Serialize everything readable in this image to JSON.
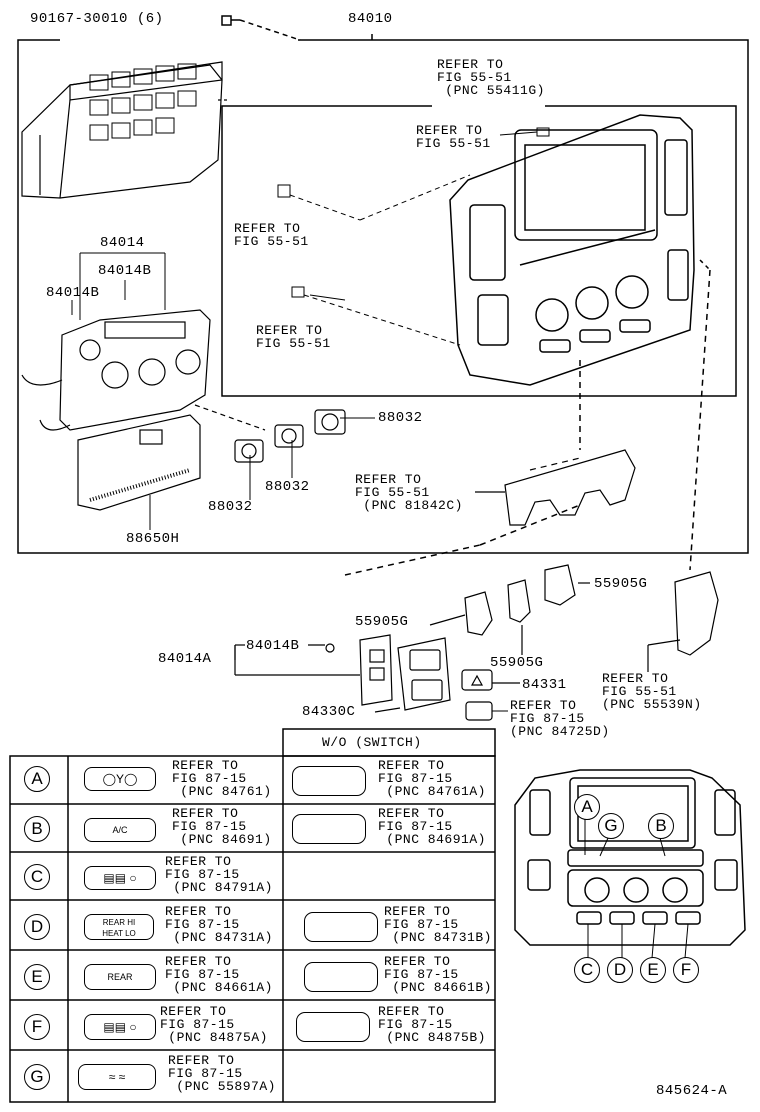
{
  "labels": {
    "screw": "90167-30010 (6)",
    "assy": "84010",
    "p84014": "84014",
    "p84014B_a": "84014B",
    "p84014B_b": "84014B",
    "p88032_a": "88032",
    "p88032_b": "88032",
    "p88032_c": "88032",
    "p88650H": "88650H",
    "p55905G_a": "55905G",
    "p55905G_b": "55905G",
    "p55905G_c": "55905G",
    "p84014A": "84014A",
    "p84014B_c": "84014B",
    "p84331": "84331",
    "p84330C": "84330C",
    "footer_code": "845624-A"
  },
  "refs": {
    "r1": "REFER TO\nFIG 55-51\n (PNC 55411G)",
    "r2": "REFER TO\nFIG 55-51",
    "r3": "REFER TO\nFIG 55-51",
    "r4": "REFER TO\nFIG 55-51",
    "r5": "REFER TO\nFIG 55-51\n (PNC 81842C)",
    "r6": "REFER TO\nFIG 55-51\n(PNC 55539N)",
    "r7": "REFER TO\nFIG 87-15\n(PNC 84725D)"
  },
  "table": {
    "header": "W/O (SWITCH)",
    "rows": [
      {
        "letter": "A",
        "switch_text": "",
        "ref1": "REFER TO\nFIG 87-15\n (PNC 84761)",
        "ref2": "REFER TO\nFIG 87-15\n (PNC 84761A)"
      },
      {
        "letter": "B",
        "switch_text": "A/C",
        "ref1": "REFER TO\nFIG 87-15\n (PNC 84691)",
        "ref2": "REFER TO\nFIG 87-15\n (PNC 84691A)"
      },
      {
        "letter": "C",
        "switch_text": "",
        "ref1": "REFER TO\nFIG 87-15\n (PNC 84791A)",
        "ref2": ""
      },
      {
        "letter": "D",
        "switch_text": "REAR HI\nHEAT LO",
        "ref1": "REFER TO\nFIG 87-15\n (PNC 84731A)",
        "ref2": "REFER TO\nFIG 87-15\n (PNC 84731B)"
      },
      {
        "letter": "E",
        "switch_text": "REAR",
        "ref1": "REFER TO\nFIG 87-15\n (PNC 84661A)",
        "ref2": "REFER TO\nFIG 87-15\n (PNC 84661B)"
      },
      {
        "letter": "F",
        "switch_text": "",
        "ref1": "REFER TO\nFIG 87-15\n (PNC 84875A)",
        "ref2": "REFER TO\nFIG 87-15\n (PNC 84875B)"
      },
      {
        "letter": "G",
        "switch_text": "",
        "ref1": "REFER TO\nFIG 87-15\n (PNC 55897A)",
        "ref2": ""
      }
    ]
  },
  "key_letters": [
    "A",
    "G",
    "B",
    "C",
    "D",
    "E",
    "F"
  ]
}
